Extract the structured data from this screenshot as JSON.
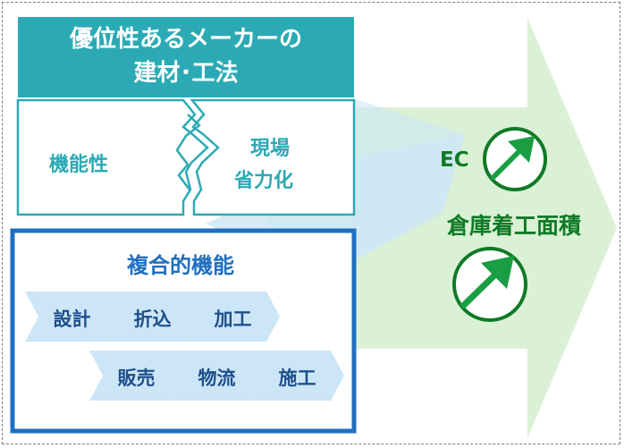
{
  "banner": {
    "line1": "優位性あるメーカーの",
    "line2": "建材･工法"
  },
  "puzzle": {
    "left_label": "機能性",
    "right_line1": "現場",
    "right_line2": "省力化"
  },
  "composite": {
    "title": "複合的機能",
    "row1": [
      "設計",
      "折込",
      "加工"
    ],
    "row2": [
      "販売",
      "物流",
      "施工"
    ]
  },
  "outcome": {
    "ec_label": "EC",
    "warehouse_label": "倉庫着工面積"
  },
  "colors": {
    "teal": "#2baab5",
    "blue": "#1f6fc0",
    "green": "#0f7a26",
    "arrow_green": "#d6f0d0",
    "arrow_blue": "#cfe7f5",
    "chevron": "#cce6f7"
  },
  "icons": [
    "up-right-arrow-icon",
    "up-right-arrow-icon"
  ]
}
